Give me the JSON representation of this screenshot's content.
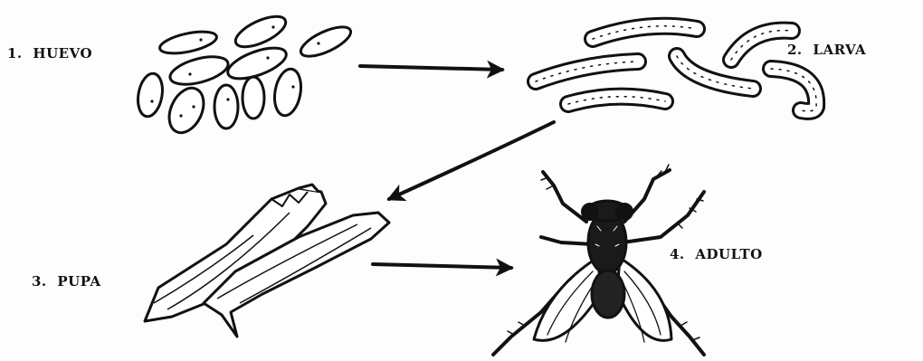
{
  "stages": [
    {
      "number": "1.",
      "name": "HUEVO"
    },
    {
      "number": "2.",
      "name": "LARVA"
    },
    {
      "number": "3.",
      "name": "PUPA"
    },
    {
      "number": "4.",
      "name": "ADULTO"
    }
  ],
  "colors": {
    "ink": "#111111",
    "background": "#fdfdfd"
  }
}
